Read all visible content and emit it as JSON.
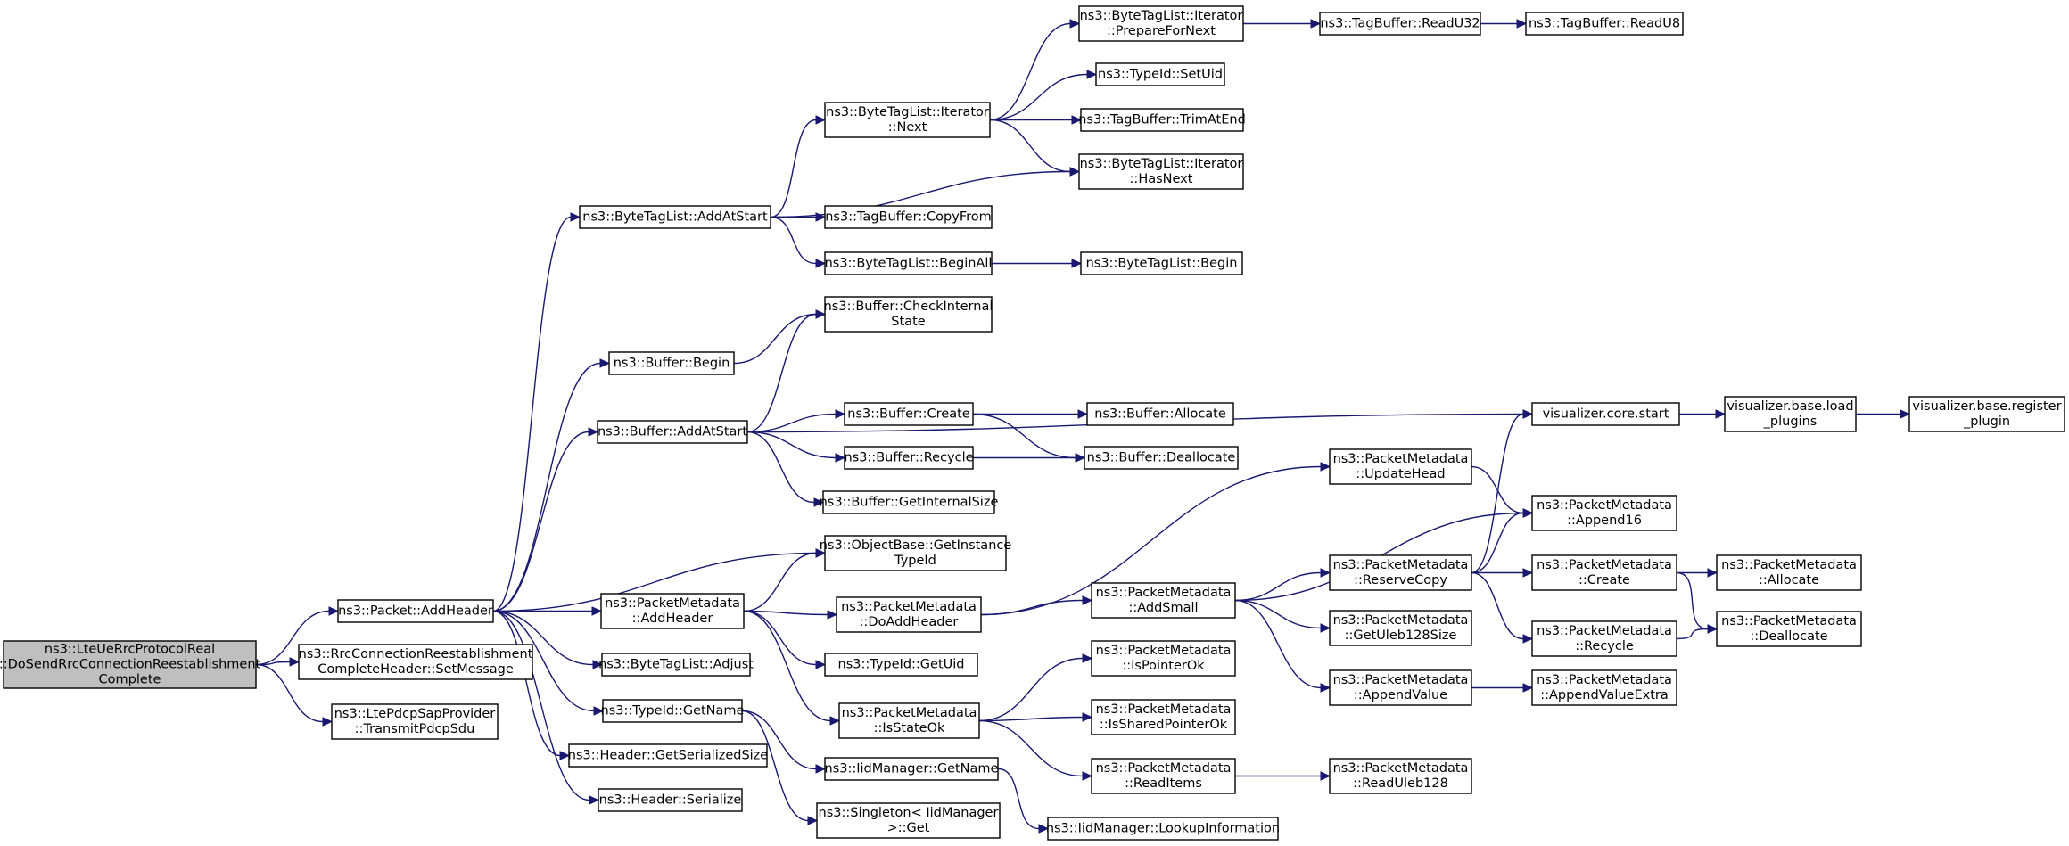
{
  "colors": {
    "edge": "#191970",
    "node_border": "#000000",
    "node_fill": "#ffffff",
    "root_fill": "#bfbfbf"
  },
  "nodes": [
    {
      "id": "root",
      "name": "node-lte-ue-rrc-protocol-real-do-send",
      "lines": [
        "ns3::LteUeRrcProtocolReal",
        "::DoSendRrcConnectionReestablishment",
        "Complete"
      ],
      "root": true
    },
    {
      "id": "add_header",
      "name": "node-packet-add-header",
      "lines": [
        "ns3::Packet::AddHeader"
      ]
    },
    {
      "id": "rrc_set_message",
      "name": "node-rrc-connection-reestablishment-set-message",
      "lines": [
        "ns3::RrcConnectionReestablishment",
        "CompleteHeader::SetMessage"
      ]
    },
    {
      "id": "transmit_pdcp",
      "name": "node-lte-pdcp-sap-provider-transmit-pdcp-sdu",
      "lines": [
        "ns3::LtePdcpSapProvider",
        "::TransmitPdcpSdu"
      ]
    },
    {
      "id": "btl_add_at_start",
      "name": "node-byte-tag-list-add-at-start",
      "lines": [
        "ns3::ByteTagList::AddAtStart"
      ]
    },
    {
      "id": "buffer_begin",
      "name": "node-buffer-begin",
      "lines": [
        "ns3::Buffer::Begin"
      ]
    },
    {
      "id": "buffer_add_at_start",
      "name": "node-buffer-add-at-start",
      "lines": [
        "ns3::Buffer::AddAtStart"
      ]
    },
    {
      "id": "objbase_get_instance",
      "name": "node-object-base-get-instance-type-id",
      "lines": [
        "ns3::ObjectBase::GetInstance",
        "TypeId"
      ]
    },
    {
      "id": "pm_add_header",
      "name": "node-packet-metadata-add-header",
      "lines": [
        "ns3::PacketMetadata",
        "::AddHeader"
      ]
    },
    {
      "id": "btl_adjust",
      "name": "node-byte-tag-list-adjust",
      "lines": [
        "ns3::ByteTagList::Adjust"
      ]
    },
    {
      "id": "typeid_get_name",
      "name": "node-type-id-get-name",
      "lines": [
        "ns3::TypeId::GetName"
      ]
    },
    {
      "id": "header_get_serialized_size",
      "name": "node-header-get-serialized-size",
      "lines": [
        "ns3::Header::GetSerializedSize"
      ]
    },
    {
      "id": "header_serialize",
      "name": "node-header-serialize",
      "lines": [
        "ns3::Header::Serialize"
      ]
    },
    {
      "id": "btl_iter_next",
      "name": "node-byte-tag-list-iterator-next",
      "lines": [
        "ns3::ByteTagList::Iterator",
        "::Next"
      ]
    },
    {
      "id": "tagbuf_copy_from",
      "name": "node-tag-buffer-copy-from",
      "lines": [
        "ns3::TagBuffer::CopyFrom"
      ]
    },
    {
      "id": "btl_begin_all",
      "name": "node-byte-tag-list-begin-all",
      "lines": [
        "ns3::ByteTagList::BeginAll"
      ]
    },
    {
      "id": "btl_iter_prepare",
      "name": "node-byte-tag-list-iterator-prepare-for-next",
      "lines": [
        "ns3::ByteTagList::Iterator",
        "::PrepareForNext"
      ]
    },
    {
      "id": "typeid_set_uid",
      "name": "node-type-id-set-uid",
      "lines": [
        "ns3::TypeId::SetUid"
      ]
    },
    {
      "id": "tagbuf_trim_at_end",
      "name": "node-tag-buffer-trim-at-end",
      "lines": [
        "ns3::TagBuffer::TrimAtEnd"
      ]
    },
    {
      "id": "btl_iter_has_next",
      "name": "node-byte-tag-list-iterator-has-next",
      "lines": [
        "ns3::ByteTagList::Iterator",
        "::HasNext"
      ]
    },
    {
      "id": "btl_begin",
      "name": "node-byte-tag-list-begin",
      "lines": [
        "ns3::ByteTagList::Begin"
      ]
    },
    {
      "id": "tagbuf_read_u32",
      "name": "node-tag-buffer-read-u32",
      "lines": [
        "ns3::TagBuffer::ReadU32"
      ]
    },
    {
      "id": "tagbuf_read_u8",
      "name": "node-tag-buffer-read-u8",
      "lines": [
        "ns3::TagBuffer::ReadU8"
      ]
    },
    {
      "id": "buffer_check_internal",
      "name": "node-buffer-check-internal-state",
      "lines": [
        "ns3::Buffer::CheckInternal",
        "State"
      ]
    },
    {
      "id": "buffer_create",
      "name": "node-buffer-create",
      "lines": [
        "ns3::Buffer::Create"
      ]
    },
    {
      "id": "buffer_recycle",
      "name": "node-buffer-recycle",
      "lines": [
        "ns3::Buffer::Recycle"
      ]
    },
    {
      "id": "buffer_get_internal_size",
      "name": "node-buffer-get-internal-size",
      "lines": [
        "ns3::Buffer::GetInternalSize"
      ]
    },
    {
      "id": "buffer_allocate",
      "name": "node-buffer-allocate",
      "lines": [
        "ns3::Buffer::Allocate"
      ]
    },
    {
      "id": "buffer_deallocate",
      "name": "node-buffer-deallocate",
      "lines": [
        "ns3::Buffer::Deallocate"
      ]
    },
    {
      "id": "viz_core_start",
      "name": "node-visualizer-core-start",
      "lines": [
        "visualizer.core.start"
      ]
    },
    {
      "id": "viz_load_plugins",
      "name": "node-visualizer-base-load-plugins",
      "lines": [
        "visualizer.base.load",
        "_plugins"
      ]
    },
    {
      "id": "viz_register_plugin",
      "name": "node-visualizer-base-register-plugin",
      "lines": [
        "visualizer.base.register",
        "_plugin"
      ]
    },
    {
      "id": "pm_do_add_header",
      "name": "node-packet-metadata-do-add-header",
      "lines": [
        "ns3::PacketMetadata",
        "::DoAddHeader"
      ]
    },
    {
      "id": "typeid_get_uid",
      "name": "node-type-id-get-uid",
      "lines": [
        "ns3::TypeId::GetUid"
      ]
    },
    {
      "id": "pm_is_state_ok",
      "name": "node-packet-metadata-is-state-ok",
      "lines": [
        "ns3::PacketMetadata",
        "::IsStateOk"
      ]
    },
    {
      "id": "iid_get_name",
      "name": "node-iid-manager-get-name",
      "lines": [
        "ns3::IidManager::GetName"
      ]
    },
    {
      "id": "singleton_get",
      "name": "node-singleton-iid-manager-get",
      "lines": [
        "ns3::Singleton< IidManager",
        " >::Get"
      ]
    },
    {
      "id": "iid_lookup_info",
      "name": "node-iid-manager-lookup-information",
      "lines": [
        "ns3::IidManager::LookupInformation"
      ]
    },
    {
      "id": "pm_add_small",
      "name": "node-packet-metadata-add-small",
      "lines": [
        "ns3::PacketMetadata",
        "::AddSmall"
      ]
    },
    {
      "id": "pm_update_head",
      "name": "node-packet-metadata-update-head",
      "lines": [
        "ns3::PacketMetadata",
        "::UpdateHead"
      ]
    },
    {
      "id": "pm_reserve_copy",
      "name": "node-packet-metadata-reserve-copy",
      "lines": [
        "ns3::PacketMetadata",
        "::ReserveCopy"
      ]
    },
    {
      "id": "pm_get_uleb",
      "name": "node-packet-metadata-get-uleb128-size",
      "lines": [
        "ns3::PacketMetadata",
        "::GetUleb128Size"
      ]
    },
    {
      "id": "pm_append_value",
      "name": "node-packet-metadata-append-value",
      "lines": [
        "ns3::PacketMetadata",
        "::AppendValue"
      ]
    },
    {
      "id": "pm_is_pointer_ok",
      "name": "node-packet-metadata-is-pointer-ok",
      "lines": [
        "ns3::PacketMetadata",
        "::IsPointerOk"
      ]
    },
    {
      "id": "pm_is_shared_ptr_ok",
      "name": "node-packet-metadata-is-shared-pointer-ok",
      "lines": [
        "ns3::PacketMetadata",
        "::IsSharedPointerOk"
      ]
    },
    {
      "id": "pm_read_items",
      "name": "node-packet-metadata-read-items",
      "lines": [
        "ns3::PacketMetadata",
        "::ReadItems"
      ]
    },
    {
      "id": "pm_read_uleb",
      "name": "node-packet-metadata-read-uleb128",
      "lines": [
        "ns3::PacketMetadata",
        "::ReadUleb128"
      ]
    },
    {
      "id": "pm_append16",
      "name": "node-packet-metadata-append16",
      "lines": [
        "ns3::PacketMetadata",
        "::Append16"
      ]
    },
    {
      "id": "pm_create",
      "name": "node-packet-metadata-create",
      "lines": [
        "ns3::PacketMetadata",
        "::Create"
      ]
    },
    {
      "id": "pm_recycle",
      "name": "node-packet-metadata-recycle",
      "lines": [
        "ns3::PacketMetadata",
        "::Recycle"
      ]
    },
    {
      "id": "pm_append_value_extra",
      "name": "node-packet-metadata-append-value-extra",
      "lines": [
        "ns3::PacketMetadata",
        "::AppendValueExtra"
      ]
    },
    {
      "id": "pm_allocate",
      "name": "node-packet-metadata-allocate",
      "lines": [
        "ns3::PacketMetadata",
        "::Allocate"
      ]
    },
    {
      "id": "pm_deallocate",
      "name": "node-packet-metadata-deallocate",
      "lines": [
        "ns3::PacketMetadata",
        "::Deallocate"
      ]
    }
  ],
  "edges": [
    [
      "root",
      "add_header"
    ],
    [
      "root",
      "rrc_set_message"
    ],
    [
      "root",
      "transmit_pdcp"
    ],
    [
      "add_header",
      "btl_add_at_start"
    ],
    [
      "add_header",
      "buffer_begin"
    ],
    [
      "add_header",
      "buffer_add_at_start"
    ],
    [
      "add_header",
      "objbase_get_instance"
    ],
    [
      "add_header",
      "pm_add_header"
    ],
    [
      "add_header",
      "btl_adjust"
    ],
    [
      "add_header",
      "typeid_get_name"
    ],
    [
      "add_header",
      "header_get_serialized_size"
    ],
    [
      "add_header",
      "header_serialize"
    ],
    [
      "btl_add_at_start",
      "btl_iter_next"
    ],
    [
      "btl_add_at_start",
      "btl_iter_has_next"
    ],
    [
      "btl_add_at_start",
      "tagbuf_copy_from"
    ],
    [
      "btl_add_at_start",
      "btl_begin_all"
    ],
    [
      "btl_iter_next",
      "btl_iter_prepare"
    ],
    [
      "btl_iter_next",
      "typeid_set_uid"
    ],
    [
      "btl_iter_next",
      "tagbuf_trim_at_end"
    ],
    [
      "btl_iter_next",
      "btl_iter_has_next"
    ],
    [
      "btl_iter_prepare",
      "tagbuf_read_u32"
    ],
    [
      "tagbuf_read_u32",
      "tagbuf_read_u8"
    ],
    [
      "btl_begin_all",
      "btl_begin"
    ],
    [
      "buffer_begin",
      "buffer_check_internal"
    ],
    [
      "buffer_add_at_start",
      "buffer_check_internal"
    ],
    [
      "buffer_add_at_start",
      "viz_core_start"
    ],
    [
      "buffer_add_at_start",
      "buffer_create"
    ],
    [
      "buffer_add_at_start",
      "buffer_recycle"
    ],
    [
      "buffer_add_at_start",
      "buffer_get_internal_size"
    ],
    [
      "buffer_create",
      "buffer_allocate"
    ],
    [
      "buffer_create",
      "buffer_deallocate"
    ],
    [
      "buffer_recycle",
      "buffer_deallocate"
    ],
    [
      "viz_core_start",
      "viz_load_plugins"
    ],
    [
      "viz_load_plugins",
      "viz_register_plugin"
    ],
    [
      "pm_add_header",
      "objbase_get_instance"
    ],
    [
      "pm_add_header",
      "pm_do_add_header"
    ],
    [
      "pm_add_header",
      "typeid_get_uid"
    ],
    [
      "pm_add_header",
      "pm_is_state_ok"
    ],
    [
      "pm_do_add_header",
      "pm_update_head"
    ],
    [
      "pm_do_add_header",
      "pm_add_small"
    ],
    [
      "pm_update_head",
      "pm_append16"
    ],
    [
      "pm_add_small",
      "pm_append16"
    ],
    [
      "pm_add_small",
      "pm_reserve_copy"
    ],
    [
      "pm_add_small",
      "pm_get_uleb"
    ],
    [
      "pm_add_small",
      "pm_append_value"
    ],
    [
      "pm_reserve_copy",
      "viz_core_start"
    ],
    [
      "pm_reserve_copy",
      "pm_append16"
    ],
    [
      "pm_reserve_copy",
      "pm_create"
    ],
    [
      "pm_reserve_copy",
      "pm_recycle"
    ],
    [
      "pm_create",
      "pm_allocate"
    ],
    [
      "pm_create",
      "pm_deallocate"
    ],
    [
      "pm_recycle",
      "pm_deallocate"
    ],
    [
      "pm_append_value",
      "pm_append_value_extra"
    ],
    [
      "pm_is_state_ok",
      "pm_is_pointer_ok"
    ],
    [
      "pm_is_state_ok",
      "pm_is_shared_ptr_ok"
    ],
    [
      "pm_is_state_ok",
      "pm_read_items"
    ],
    [
      "pm_read_items",
      "pm_read_uleb"
    ],
    [
      "typeid_get_name",
      "iid_get_name"
    ],
    [
      "typeid_get_name",
      "singleton_get"
    ],
    [
      "iid_get_name",
      "iid_lookup_info"
    ]
  ]
}
